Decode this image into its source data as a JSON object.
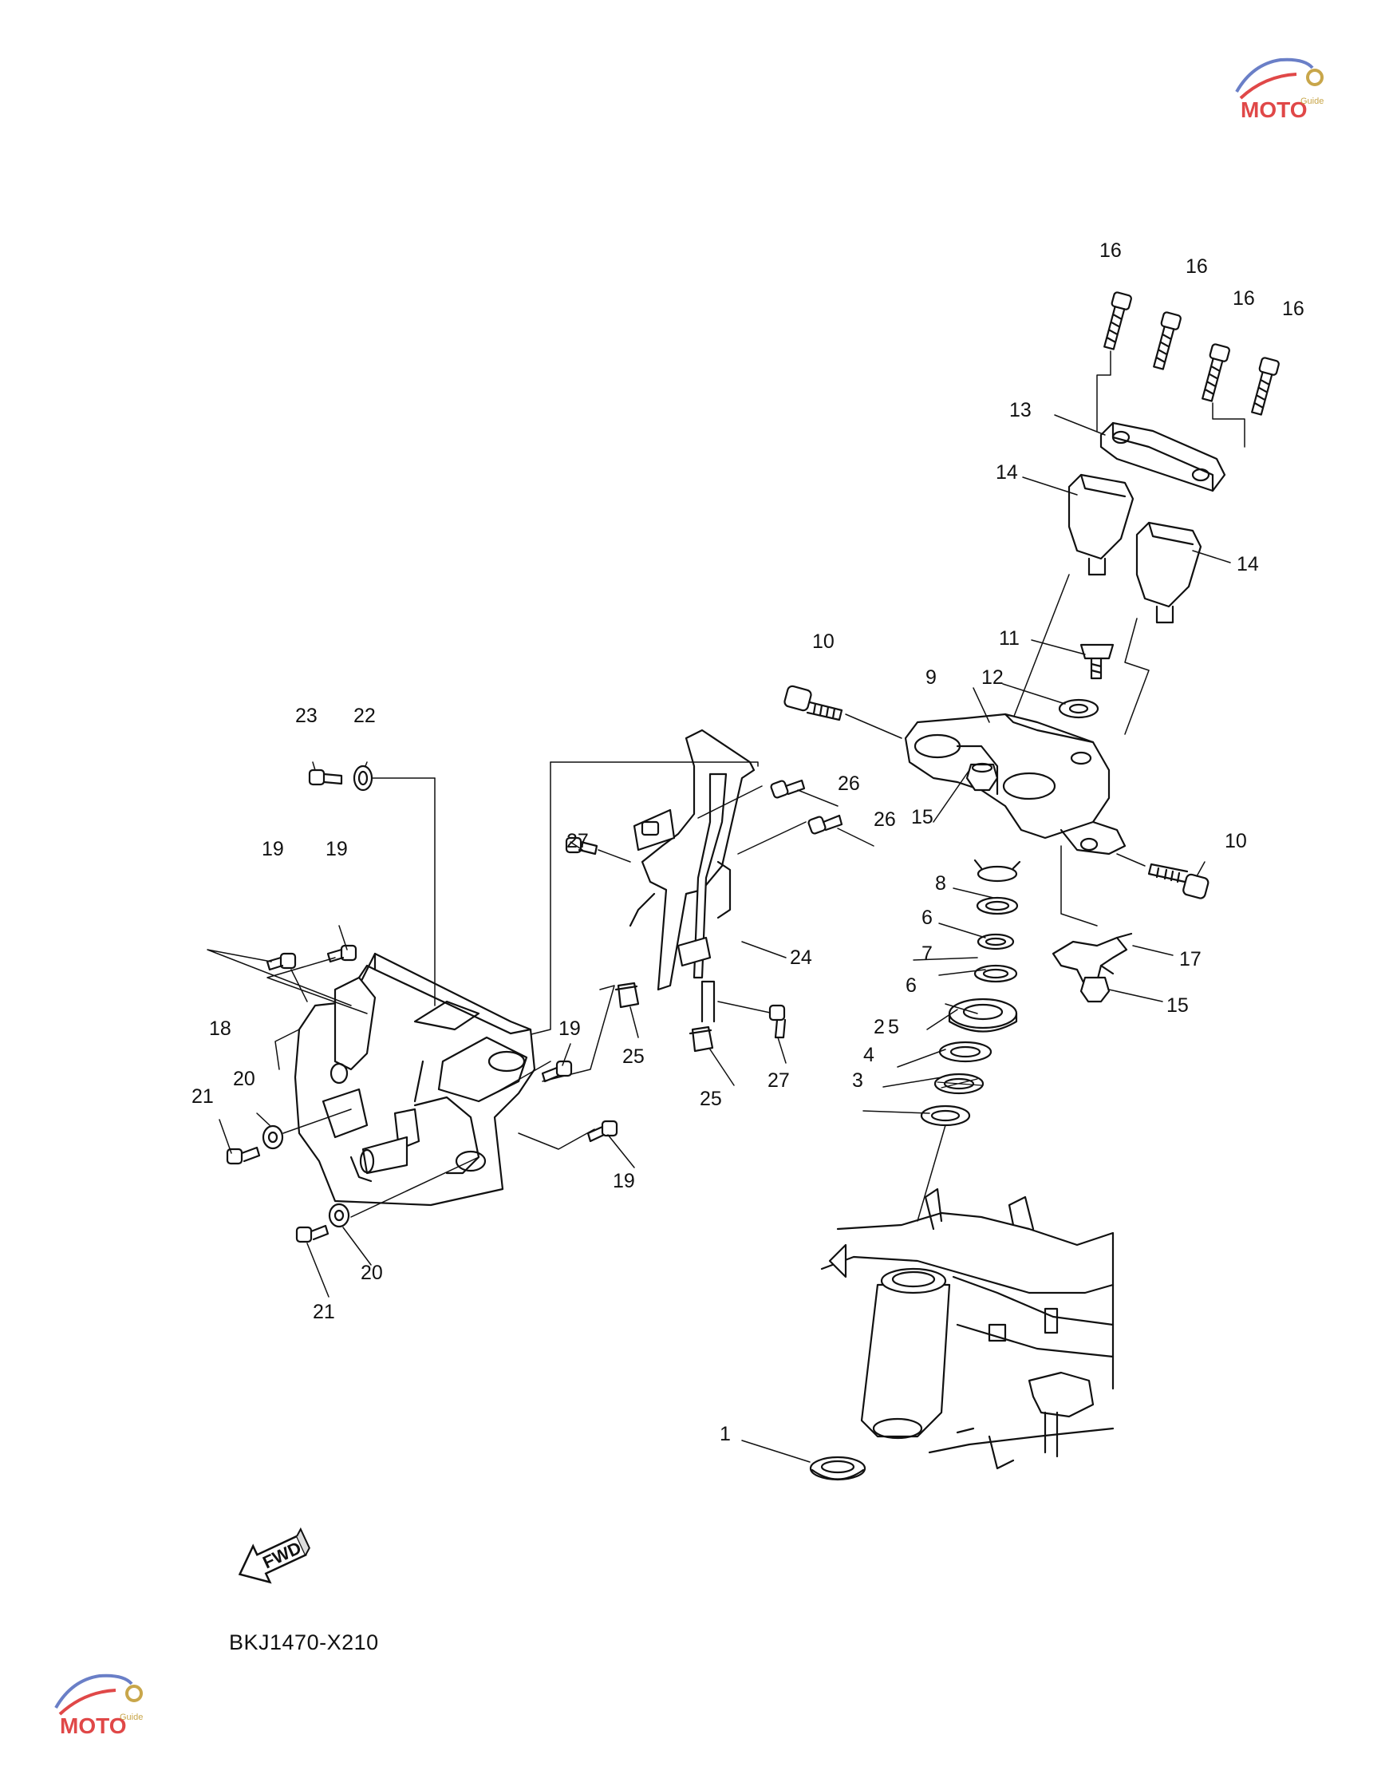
{
  "diagram_code": "BKJ1470-X210",
  "direction_label": "FWD",
  "watermark": {
    "text": "MOTO",
    "subtext": "Guide",
    "icon": "car-gear-logo-icon"
  },
  "callouts": [
    {
      "n": "16"
    },
    {
      "n": "16"
    },
    {
      "n": "16"
    },
    {
      "n": "16"
    },
    {
      "n": "13"
    },
    {
      "n": "14"
    },
    {
      "n": "14"
    },
    {
      "n": "10"
    },
    {
      "n": "11"
    },
    {
      "n": "9"
    },
    {
      "n": "12"
    },
    {
      "n": "23"
    },
    {
      "n": "22"
    },
    {
      "n": "26"
    },
    {
      "n": "26"
    },
    {
      "n": "15"
    },
    {
      "n": "10"
    },
    {
      "n": "19"
    },
    {
      "n": "19"
    },
    {
      "n": "27"
    },
    {
      "n": "8"
    },
    {
      "n": "6"
    },
    {
      "n": "7"
    },
    {
      "n": "24"
    },
    {
      "n": "17"
    },
    {
      "n": "6"
    },
    {
      "n": "15"
    },
    {
      "n": "5"
    },
    {
      "n": "18"
    },
    {
      "n": "19"
    },
    {
      "n": "2"
    },
    {
      "n": "25"
    },
    {
      "n": "4"
    },
    {
      "n": "20"
    },
    {
      "n": "27"
    },
    {
      "n": "3"
    },
    {
      "n": "21"
    },
    {
      "n": "25"
    },
    {
      "n": "19"
    },
    {
      "n": "20"
    },
    {
      "n": "21"
    },
    {
      "n": "1"
    }
  ]
}
